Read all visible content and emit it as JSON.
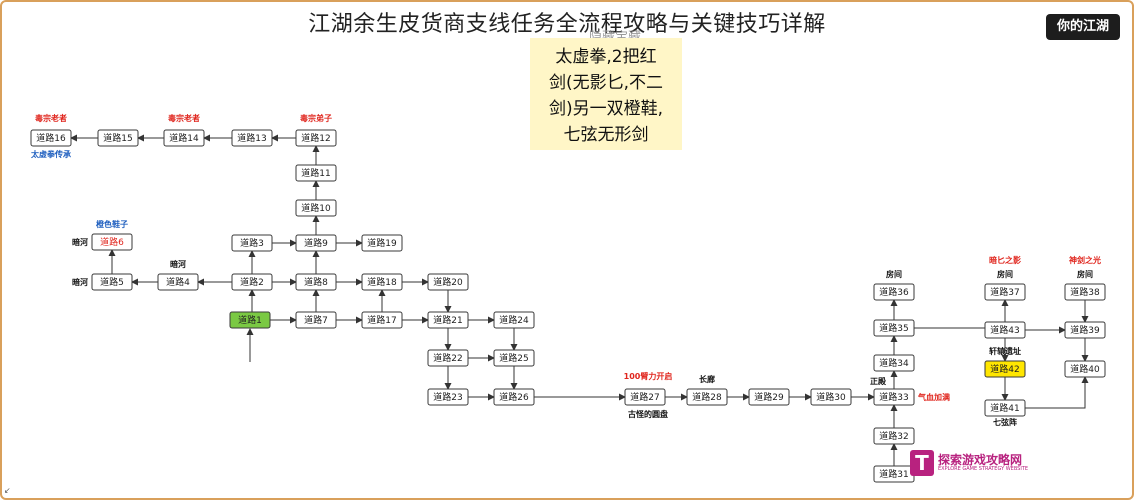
{
  "page_title": "江湖余生皮货商支线任务全流程攻略与关键技巧详解",
  "logo_text": "你的江湖",
  "hidden_treasure_header": "隐藏宝藏",
  "note_lines": [
    "太虚拳,2把红",
    "剑(无影匕,不二",
    "剑)另一双橙鞋,",
    "七弦无形剑"
  ],
  "watermark": {
    "icon": "T",
    "text": "探索游戏攻略网",
    "sub": "EXPLORE GAME STRATEGY WEBSITE"
  },
  "corner_mark": "↙",
  "colors": {
    "annotation_red": "#e0261e",
    "annotation_blue": "#1f5fbf",
    "annotation_black": "#111111",
    "start_green": "#7ac943",
    "highlight_yellow": "#ffe600",
    "note_bg": "#fff6c7"
  },
  "nodes": [
    {
      "id": "n16",
      "label": "道路16"
    },
    {
      "id": "n15",
      "label": "道路15"
    },
    {
      "id": "n14",
      "label": "道路14"
    },
    {
      "id": "n13",
      "label": "道路13"
    },
    {
      "id": "n12",
      "label": "道路12"
    },
    {
      "id": "n11",
      "label": "道路11"
    },
    {
      "id": "n10",
      "label": "道路10"
    },
    {
      "id": "n6",
      "label": "道路6",
      "style": "red-text"
    },
    {
      "id": "n3",
      "label": "道路3"
    },
    {
      "id": "n9",
      "label": "道路9"
    },
    {
      "id": "n19",
      "label": "道路19"
    },
    {
      "id": "n5",
      "label": "道路5"
    },
    {
      "id": "n4",
      "label": "道路4"
    },
    {
      "id": "n2",
      "label": "道路2"
    },
    {
      "id": "n8",
      "label": "道路8"
    },
    {
      "id": "n18",
      "label": "道路18"
    },
    {
      "id": "n20",
      "label": "道路20"
    },
    {
      "id": "n1",
      "label": "道路1",
      "style": "start"
    },
    {
      "id": "n7",
      "label": "道路7"
    },
    {
      "id": "n17",
      "label": "道路17"
    },
    {
      "id": "n21",
      "label": "道路21"
    },
    {
      "id": "n24",
      "label": "道路24"
    },
    {
      "id": "n22",
      "label": "道路22"
    },
    {
      "id": "n25",
      "label": "道路25"
    },
    {
      "id": "n23",
      "label": "道路23"
    },
    {
      "id": "n26",
      "label": "道路26"
    },
    {
      "id": "n27",
      "label": "道路27"
    },
    {
      "id": "n28",
      "label": "道路28"
    },
    {
      "id": "n29",
      "label": "道路29"
    },
    {
      "id": "n30",
      "label": "道路30"
    },
    {
      "id": "n36",
      "label": "道路36"
    },
    {
      "id": "n35",
      "label": "道路35"
    },
    {
      "id": "n34",
      "label": "道路34"
    },
    {
      "id": "n33",
      "label": "道路33"
    },
    {
      "id": "n32",
      "label": "道路32"
    },
    {
      "id": "n31",
      "label": "道路31"
    },
    {
      "id": "n37",
      "label": "道路37"
    },
    {
      "id": "n43",
      "label": "道路43"
    },
    {
      "id": "n42",
      "label": "道路42",
      "style": "gold"
    },
    {
      "id": "n41",
      "label": "道路41"
    },
    {
      "id": "n38",
      "label": "道路38"
    },
    {
      "id": "n39",
      "label": "道路39"
    },
    {
      "id": "n40",
      "label": "道路40"
    }
  ],
  "annotations": [
    {
      "id": "a1",
      "text": "毒宗老者",
      "color": "red"
    },
    {
      "id": "a2",
      "text": "毒宗老者",
      "color": "red"
    },
    {
      "id": "a3",
      "text": "毒宗弟子",
      "color": "red"
    },
    {
      "id": "a4",
      "text": "太虚拳传承",
      "color": "blue"
    },
    {
      "id": "a5",
      "text": "橙色鞋子",
      "color": "blue"
    },
    {
      "id": "a6",
      "text": "暗河",
      "color": "black"
    },
    {
      "id": "a7",
      "text": "暗河",
      "color": "black"
    },
    {
      "id": "a8",
      "text": "暗河",
      "color": "black"
    },
    {
      "id": "a9",
      "text": "100臂力开启",
      "color": "red"
    },
    {
      "id": "a10",
      "text": "古怪的圆盘",
      "color": "black"
    },
    {
      "id": "a11",
      "text": "长廊",
      "color": "black"
    },
    {
      "id": "a12",
      "text": "正殿",
      "color": "black"
    },
    {
      "id": "a13",
      "text": "气血加满",
      "color": "red"
    },
    {
      "id": "a14",
      "text": "房间",
      "color": "black"
    },
    {
      "id": "a15",
      "text": "暗匕之影",
      "color": "red"
    },
    {
      "id": "a16",
      "text": "房间",
      "color": "black"
    },
    {
      "id": "a17",
      "text": "神剑之光",
      "color": "red"
    },
    {
      "id": "a18",
      "text": "房间",
      "color": "black"
    },
    {
      "id": "a19",
      "text": "轩辕遗址",
      "color": "black"
    },
    {
      "id": "a20",
      "text": "七弦阵",
      "color": "black"
    }
  ]
}
